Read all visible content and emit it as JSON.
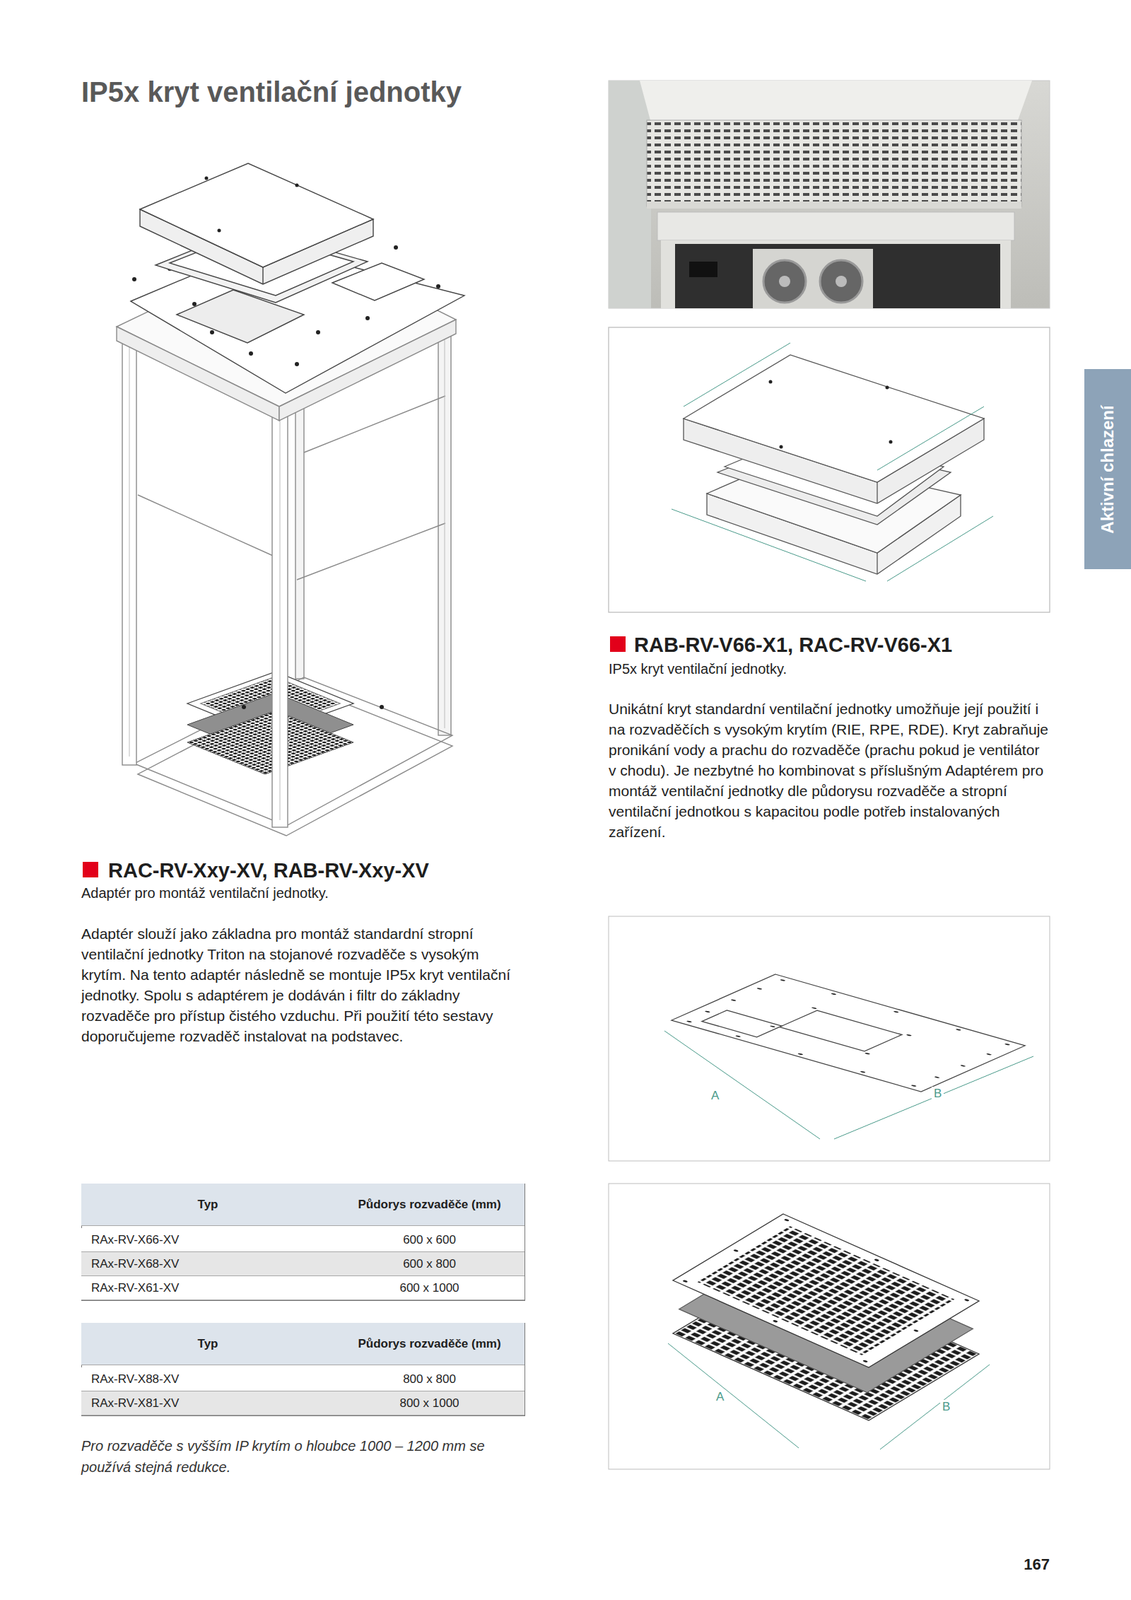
{
  "diagram": {
    "title": "IP5x kryt ventilační jednotky",
    "nodes": [
      {
        "text": [
          "Aktivní chlazení"
        ]
      }
    ],
    "labels": [
      "RAB-RV-V66-X1, RAC-RV-V66-X1",
      "IP5x kryt ventilační jednotky.",
      "Unikátní kryt standardní ventilační jednotky umožňuje její použití i na rozvaděčích s vysokým krytím (RIE, RPE, RDE). Kryt zabraňuje pronikání vody a prachu do rozvaděče (prachu pokud je ventilátor v chodu). Je nezbytné ho kombinovat s příslušným Adaptérem pro montáž ventilační jednotky dle půdorysu rozvaděče a stropní ventilační jednotkou s kapacitou podle potřeb instalovaných zařízení.",
      "RAC-RV-Xxy-XV, RAB-RV-Xxy-XV",
      "Adaptér pro montáž ventilační jednotky.",
      "Adaptér slouží jako základna pro montáž standardní stropní ventilační jednotky Triton na stojanové rozvaděče s vysokým krytím. Na tento adaptér následně se montuje IP5x kryt ventilační jednotky. Spolu s adaptérem je dodáván i filtr do základny rozvaděče pro přístup čistého vzduchu. Při použití této sestavy doporučujeme rozvaděč instalovat na podstavec.",
      "Typ",
      "Půdorys rozvaděče (mm)",
      "RAx-RV-X66-XV",
      "600 x 600",
      "RAx-RV-X68-XV",
      "600 x 800",
      "RAx-RV-X61-XV",
      "600 x 1000",
      "Typ",
      "Půdorys rozvaděče (mm)",
      "RAx-RV-X88-XV",
      "800 x 800",
      "RAx-RV-X81-XV",
      "800 x 1000",
      "Pro rozvaděče s vyšším IP krytím o hloubce 1000 – 1200 mm se používá stejná redukce.",
      "A",
      "B",
      "A",
      "B",
      "167"
    ]
  }
}
